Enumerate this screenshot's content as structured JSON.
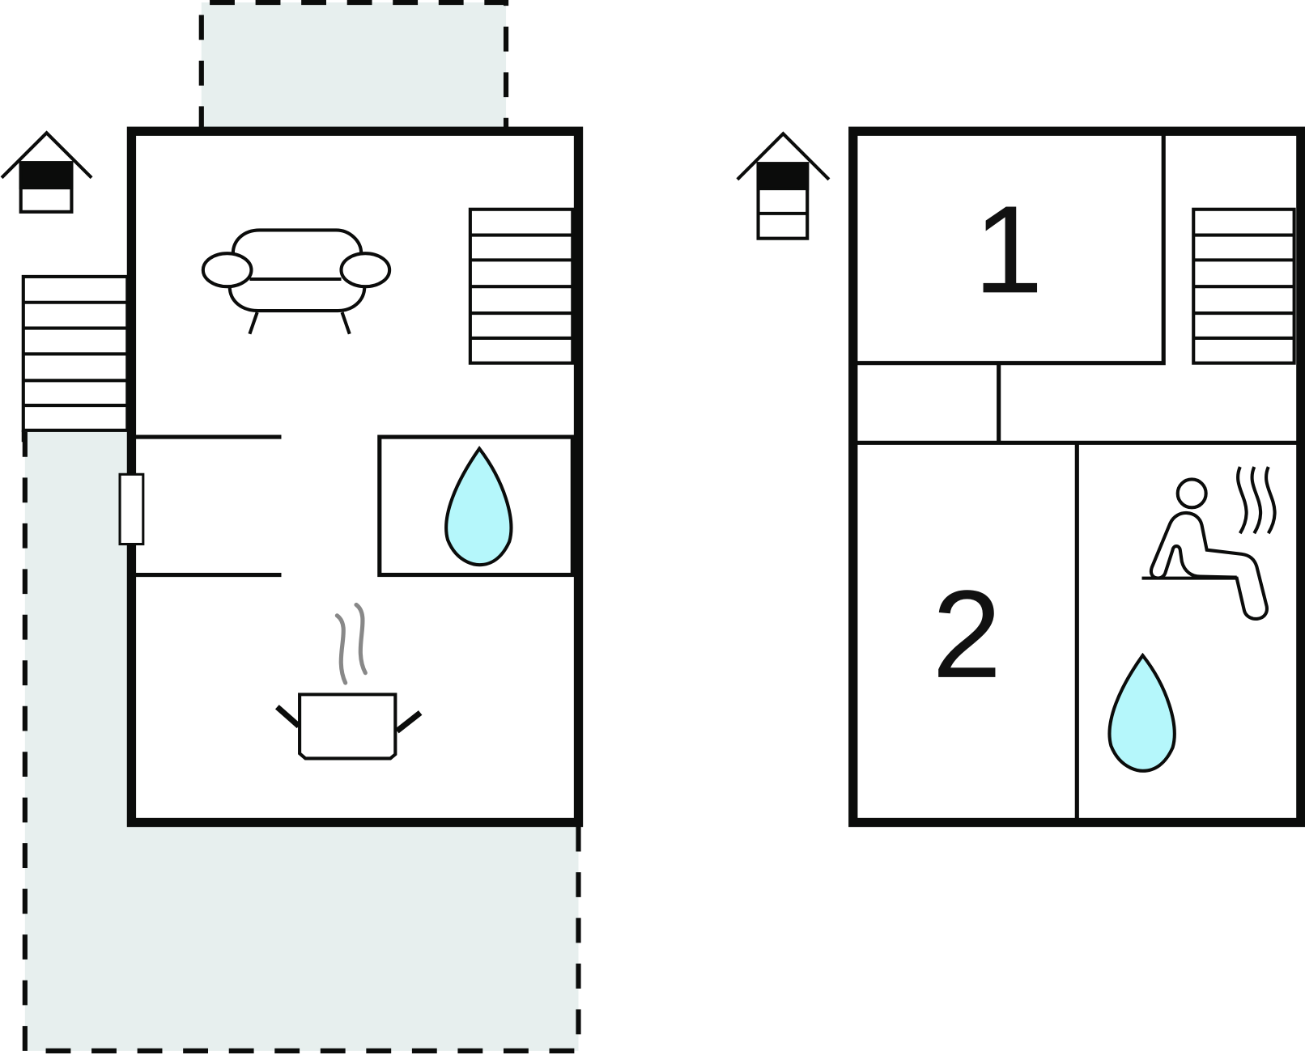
{
  "colors": {
    "wall": "#0b0c0b",
    "terrace": "#e7efee",
    "water": "#b5f7fb",
    "steam": "#888888"
  },
  "upper_floor": {
    "rooms": [
      {
        "label": "1",
        "type": "bedroom"
      },
      {
        "label": "2",
        "type": "bedroom"
      }
    ]
  }
}
